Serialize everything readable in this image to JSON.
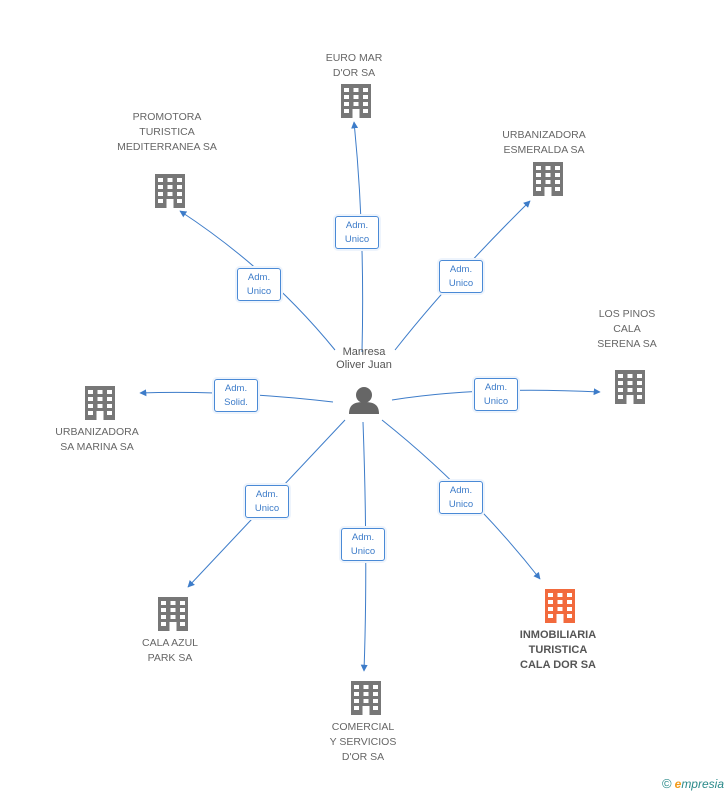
{
  "center": {
    "name": "Manresa\nOliver Juan",
    "icon": "person-icon"
  },
  "nodes": [
    {
      "id": "euro-mar",
      "name": "EURO MAR\nD'OR SA",
      "role": "Adm.\nUnico",
      "highlight": false
    },
    {
      "id": "promotora",
      "name": "PROMOTORA\nTURISTICA\nMEDITERRANEA SA",
      "role": "Adm.\nUnico",
      "highlight": false
    },
    {
      "id": "urbanizadora-esmeralda",
      "name": "URBANIZADORA\nESMERALDA SA",
      "role": "Adm.\nUnico",
      "highlight": false
    },
    {
      "id": "los-pinos",
      "name": "LOS PINOS\nCALA\nSERENA SA",
      "role": "Adm.\nUnico",
      "highlight": false
    },
    {
      "id": "urbanizadora-marina",
      "name": "URBANIZADORA\nSA MARINA SA",
      "role": "Adm.\nSolid.",
      "highlight": false
    },
    {
      "id": "cala-azul",
      "name": "CALA AZUL\nPARK SA",
      "role": "Adm.\nUnico",
      "highlight": false
    },
    {
      "id": "comercial",
      "name": "COMERCIAL\nY SERVICIOS\nD'OR SA",
      "role": "Adm.\nUnico",
      "highlight": false
    },
    {
      "id": "inmobiliaria",
      "name": "INMOBILIARIA\nTURISTICA\nCALA DOR SA",
      "role": "Adm.\nUnico",
      "highlight": true
    }
  ],
  "colors": {
    "edge": "#3d7cc9",
    "building": "#777777",
    "building_highlight": "#f26a3d"
  },
  "watermark": {
    "symbol": "©",
    "brand_initial": "e",
    "brand_rest": "mpresia"
  }
}
